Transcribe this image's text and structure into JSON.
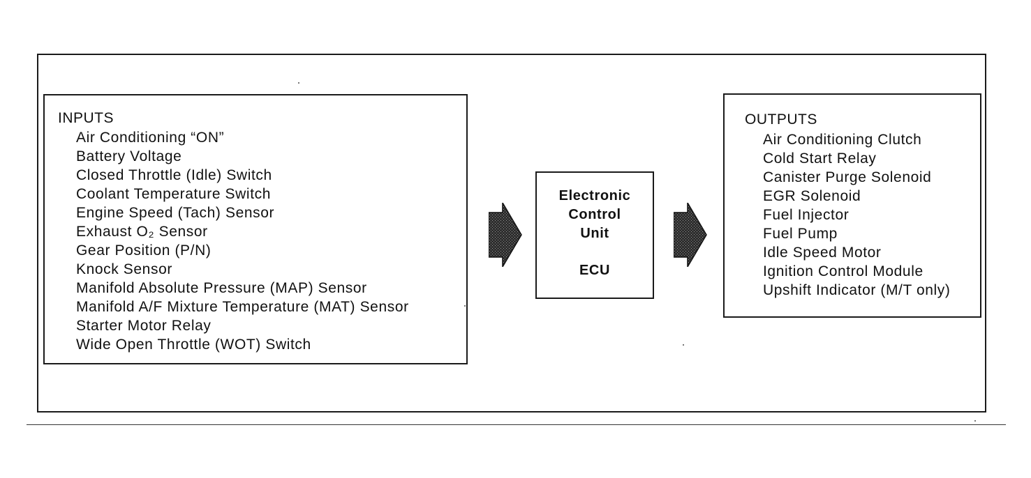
{
  "inputs": {
    "title": "INPUTS",
    "items": [
      "Air Conditioning “ON”",
      "Battery Voltage",
      "Closed Throttle (Idle) Switch",
      "Coolant Temperature Switch",
      "Engine Speed (Tach) Sensor",
      "Exhaust O₂ Sensor",
      "Gear Position (P/N)",
      "Knock Sensor",
      "Manifold Absolute Pressure (MAP) Sensor",
      "Manifold A/F Mixture Temperature (MAT) Sensor",
      "Starter Motor Relay",
      "Wide Open Throttle (WOT) Switch"
    ]
  },
  "ecu": {
    "line1": "Electronic",
    "line2": "Control",
    "line3": "Unit",
    "abbr": "ECU"
  },
  "outputs": {
    "title": "OUTPUTS",
    "items": [
      "Air Conditioning Clutch",
      "Cold Start Relay",
      "Canister Purge Solenoid",
      "EGR Solenoid",
      "Fuel Injector",
      "Fuel Pump",
      "Idle Speed Motor",
      "Ignition Control Module",
      "Upshift Indicator (M/T only)"
    ]
  },
  "icons": {
    "arrow_in": "right-arrow-icon",
    "arrow_out": "right-arrow-icon"
  },
  "colors": {
    "line": "#1a1a1a",
    "arrow_fill": "#3a3a3a",
    "background": "#ffffff"
  }
}
